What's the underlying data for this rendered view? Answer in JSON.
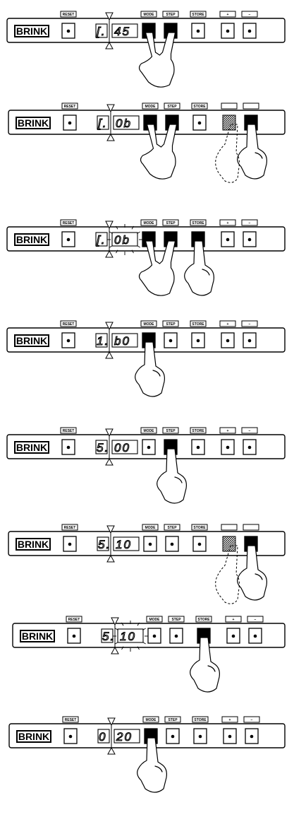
{
  "logo": "BRINK",
  "labels": {
    "reset": "RESET",
    "mode": "MODE",
    "step": "STEP",
    "store": "STORE",
    "plus": "+",
    "minus": "−"
  },
  "steps": [
    {
      "digits": [
        "[.",
        "45"
      ],
      "pressed": [
        "mode",
        "step"
      ],
      "ghost": [],
      "blink": false,
      "show_plus_minus": true
    },
    {
      "digits": [
        "[.",
        "0b"
      ],
      "pressed": [
        "mode",
        "step",
        "minus"
      ],
      "ghost": [
        "plus"
      ],
      "blink": false,
      "show_plus_minus": false
    },
    {
      "digits": [
        "[.",
        "0b"
      ],
      "pressed": [
        "mode",
        "step",
        "store"
      ],
      "ghost": [],
      "blink": true,
      "show_plus_minus": true
    },
    {
      "digits": [
        "1.",
        "b0"
      ],
      "pressed": [
        "mode"
      ],
      "ghost": [],
      "blink": false,
      "show_plus_minus": true
    },
    {
      "digits": [
        "5.",
        "00"
      ],
      "pressed": [
        "step"
      ],
      "ghost": [],
      "blink": false,
      "show_plus_minus": true
    },
    {
      "digits": [
        "5.",
        "10"
      ],
      "pressed": [
        "minus"
      ],
      "ghost": [
        "plus"
      ],
      "blink": false,
      "show_plus_minus": false
    },
    {
      "digits": [
        "5.",
        "10"
      ],
      "pressed": [
        "store"
      ],
      "ghost": [],
      "blink": true,
      "show_plus_minus": true
    },
    {
      "digits": [
        "0",
        "20"
      ],
      "pressed": [
        "mode"
      ],
      "ghost": [],
      "blink": false,
      "show_plus_minus": true
    }
  ]
}
